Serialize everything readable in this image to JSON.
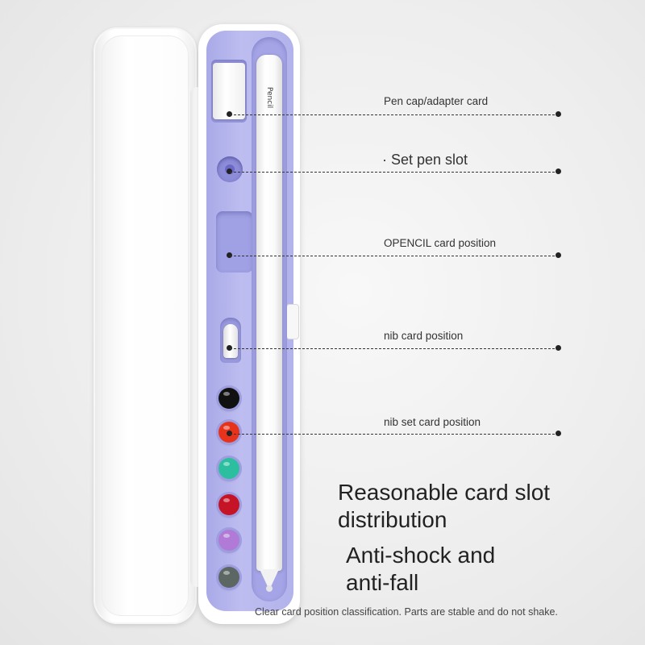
{
  "pencil": {
    "brand": "Pencil"
  },
  "callouts": [
    {
      "label": "Pen cap/adapter card"
    },
    {
      "label": "· Set pen slot"
    },
    {
      "label": "OPENCIL card position"
    },
    {
      "label": "nib card position"
    },
    {
      "label": "nib set card position"
    }
  ],
  "headline": {
    "line1": "Reasonable card slot",
    "line2": "distribution",
    "line3": "Anti-shock and",
    "line4": "anti-fall"
  },
  "footer": "Clear card position classification. Parts are stable and do not shake.",
  "colors": {
    "tray": "#b3b3ec",
    "case": "#ffffff",
    "tips": [
      "#111111",
      "#e8331c",
      "#2bbfa0",
      "#c41426",
      "#b07ad6",
      "#5c6662"
    ]
  }
}
